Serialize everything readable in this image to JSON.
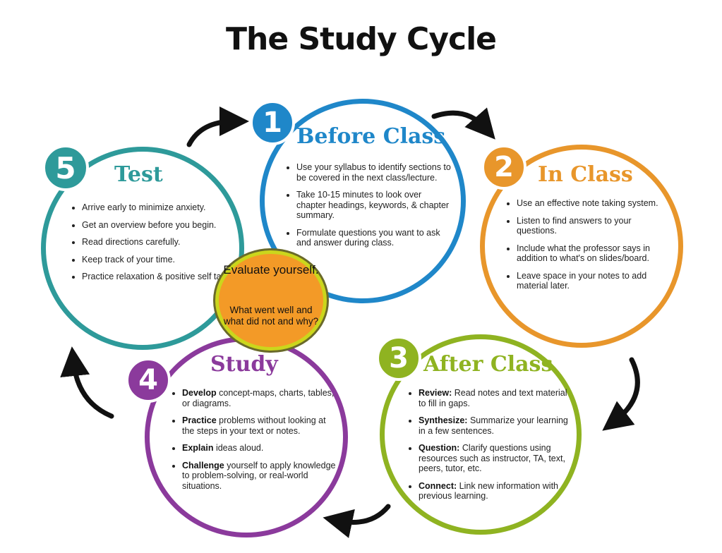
{
  "title": "The Study Cycle",
  "colors": {
    "before_class": "#1f87c9",
    "in_class": "#e8962b",
    "after_class": "#8fb321",
    "study": "#8b3a9c",
    "test": "#2e9a9a",
    "center_fill": "#f39a27",
    "center_border": "#cbd61c"
  },
  "stages": {
    "before_class": {
      "number": "1",
      "heading": "Before Class",
      "items": [
        "Use your syllabus to identify sections to be covered in the next class/lecture.",
        "Take 10-15 minutes to look over chapter headings, keywords, & chapter summary.",
        "Formulate questions you want to ask and answer during class."
      ]
    },
    "in_class": {
      "number": "2",
      "heading": "In Class",
      "items": [
        "Use an effective note taking system.",
        "Listen to find answers to your questions.",
        "Include what the professor says in addition to what's on slides/board.",
        "Leave space in your notes to add material later."
      ]
    },
    "after_class": {
      "number": "3",
      "heading": "After Class",
      "items": [
        {
          "term": "Review:",
          "text": " Read notes and text material to fill in gaps."
        },
        {
          "term": "Synthesize:",
          "text": " Summarize your learning in a few sentences."
        },
        {
          "term": "Question:",
          "text": " Clarify questions using resources such as instructor, TA, text, peers, tutor, etc."
        },
        {
          "term": "Connect:",
          "text": " Link new information with previous learning."
        }
      ]
    },
    "study": {
      "number": "4",
      "heading": "Study",
      "items": [
        {
          "term": "Develop",
          "text": " concept-maps, charts, tables, or diagrams."
        },
        {
          "term": "Practice",
          "text": " problems without looking at the steps in your text or notes."
        },
        {
          "term": "Explain",
          "text": " ideas aloud."
        },
        {
          "term": "Challenge",
          "text": " yourself to apply knowledge to problem-solving, or real-world situations."
        }
      ]
    },
    "test": {
      "number": "5",
      "heading": "Test",
      "items": [
        "Arrive early to minimize anxiety.",
        "Get an overview before you begin.",
        "Read directions carefully.",
        "Keep track of your time.",
        "Practice relaxation & positive  self talk."
      ]
    }
  },
  "center": {
    "line1": "Evaluate yourself.",
    "line2": "What went well and what did not and why?"
  }
}
